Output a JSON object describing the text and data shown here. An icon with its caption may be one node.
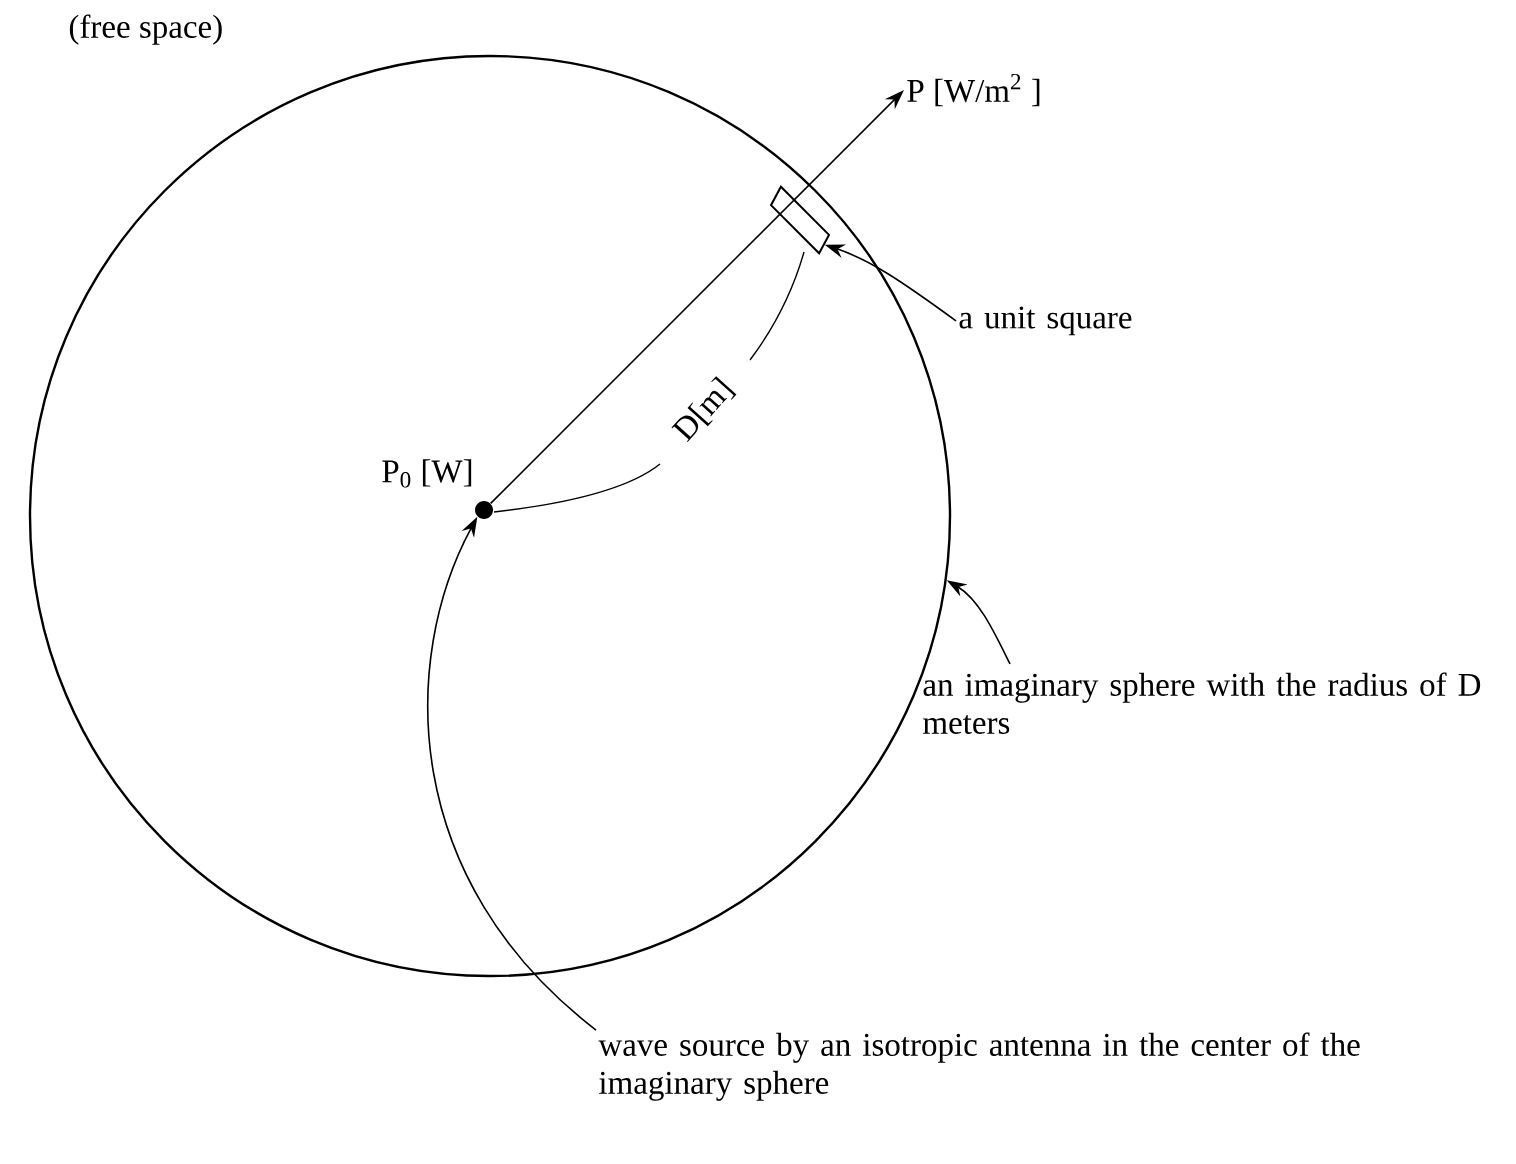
{
  "diagram": {
    "nodes": [
      {
        "text": [],
        "shape": "circle",
        "beside": [
          "P$_{0}$ [W]"
        ],
        "in": 2
      },
      {
        "text": [
          "P [W/m$^{2}$ ]"
        ]
      },
      {
        "text": [],
        "shape": "circle"
      },
      {
        "text": [],
        "shape": "box",
        "in": 2
      },
      {
        "text": [
          "a unit square"
        ]
      },
      {
        "text": [
          "an imaginary sphere with the radius of D meters"
        ]
      },
      {
        "text": [
          "wave source by an isotropic antenna in the center of the imaginary sphere"
        ]
      }
    ],
    "edges": [
      {
        "from": 0,
        "to": 1,
        "arrow": "to"
      },
      {
        "from": 4,
        "to": 3,
        "arrow": "to"
      },
      {
        "from": 5,
        "to": 2,
        "arrow": "to"
      },
      {
        "from": 6,
        "to": 0,
        "arrow": "to"
      }
    ],
    "labels": [
      "(free space)",
      "D[m]"
    ]
  }
}
